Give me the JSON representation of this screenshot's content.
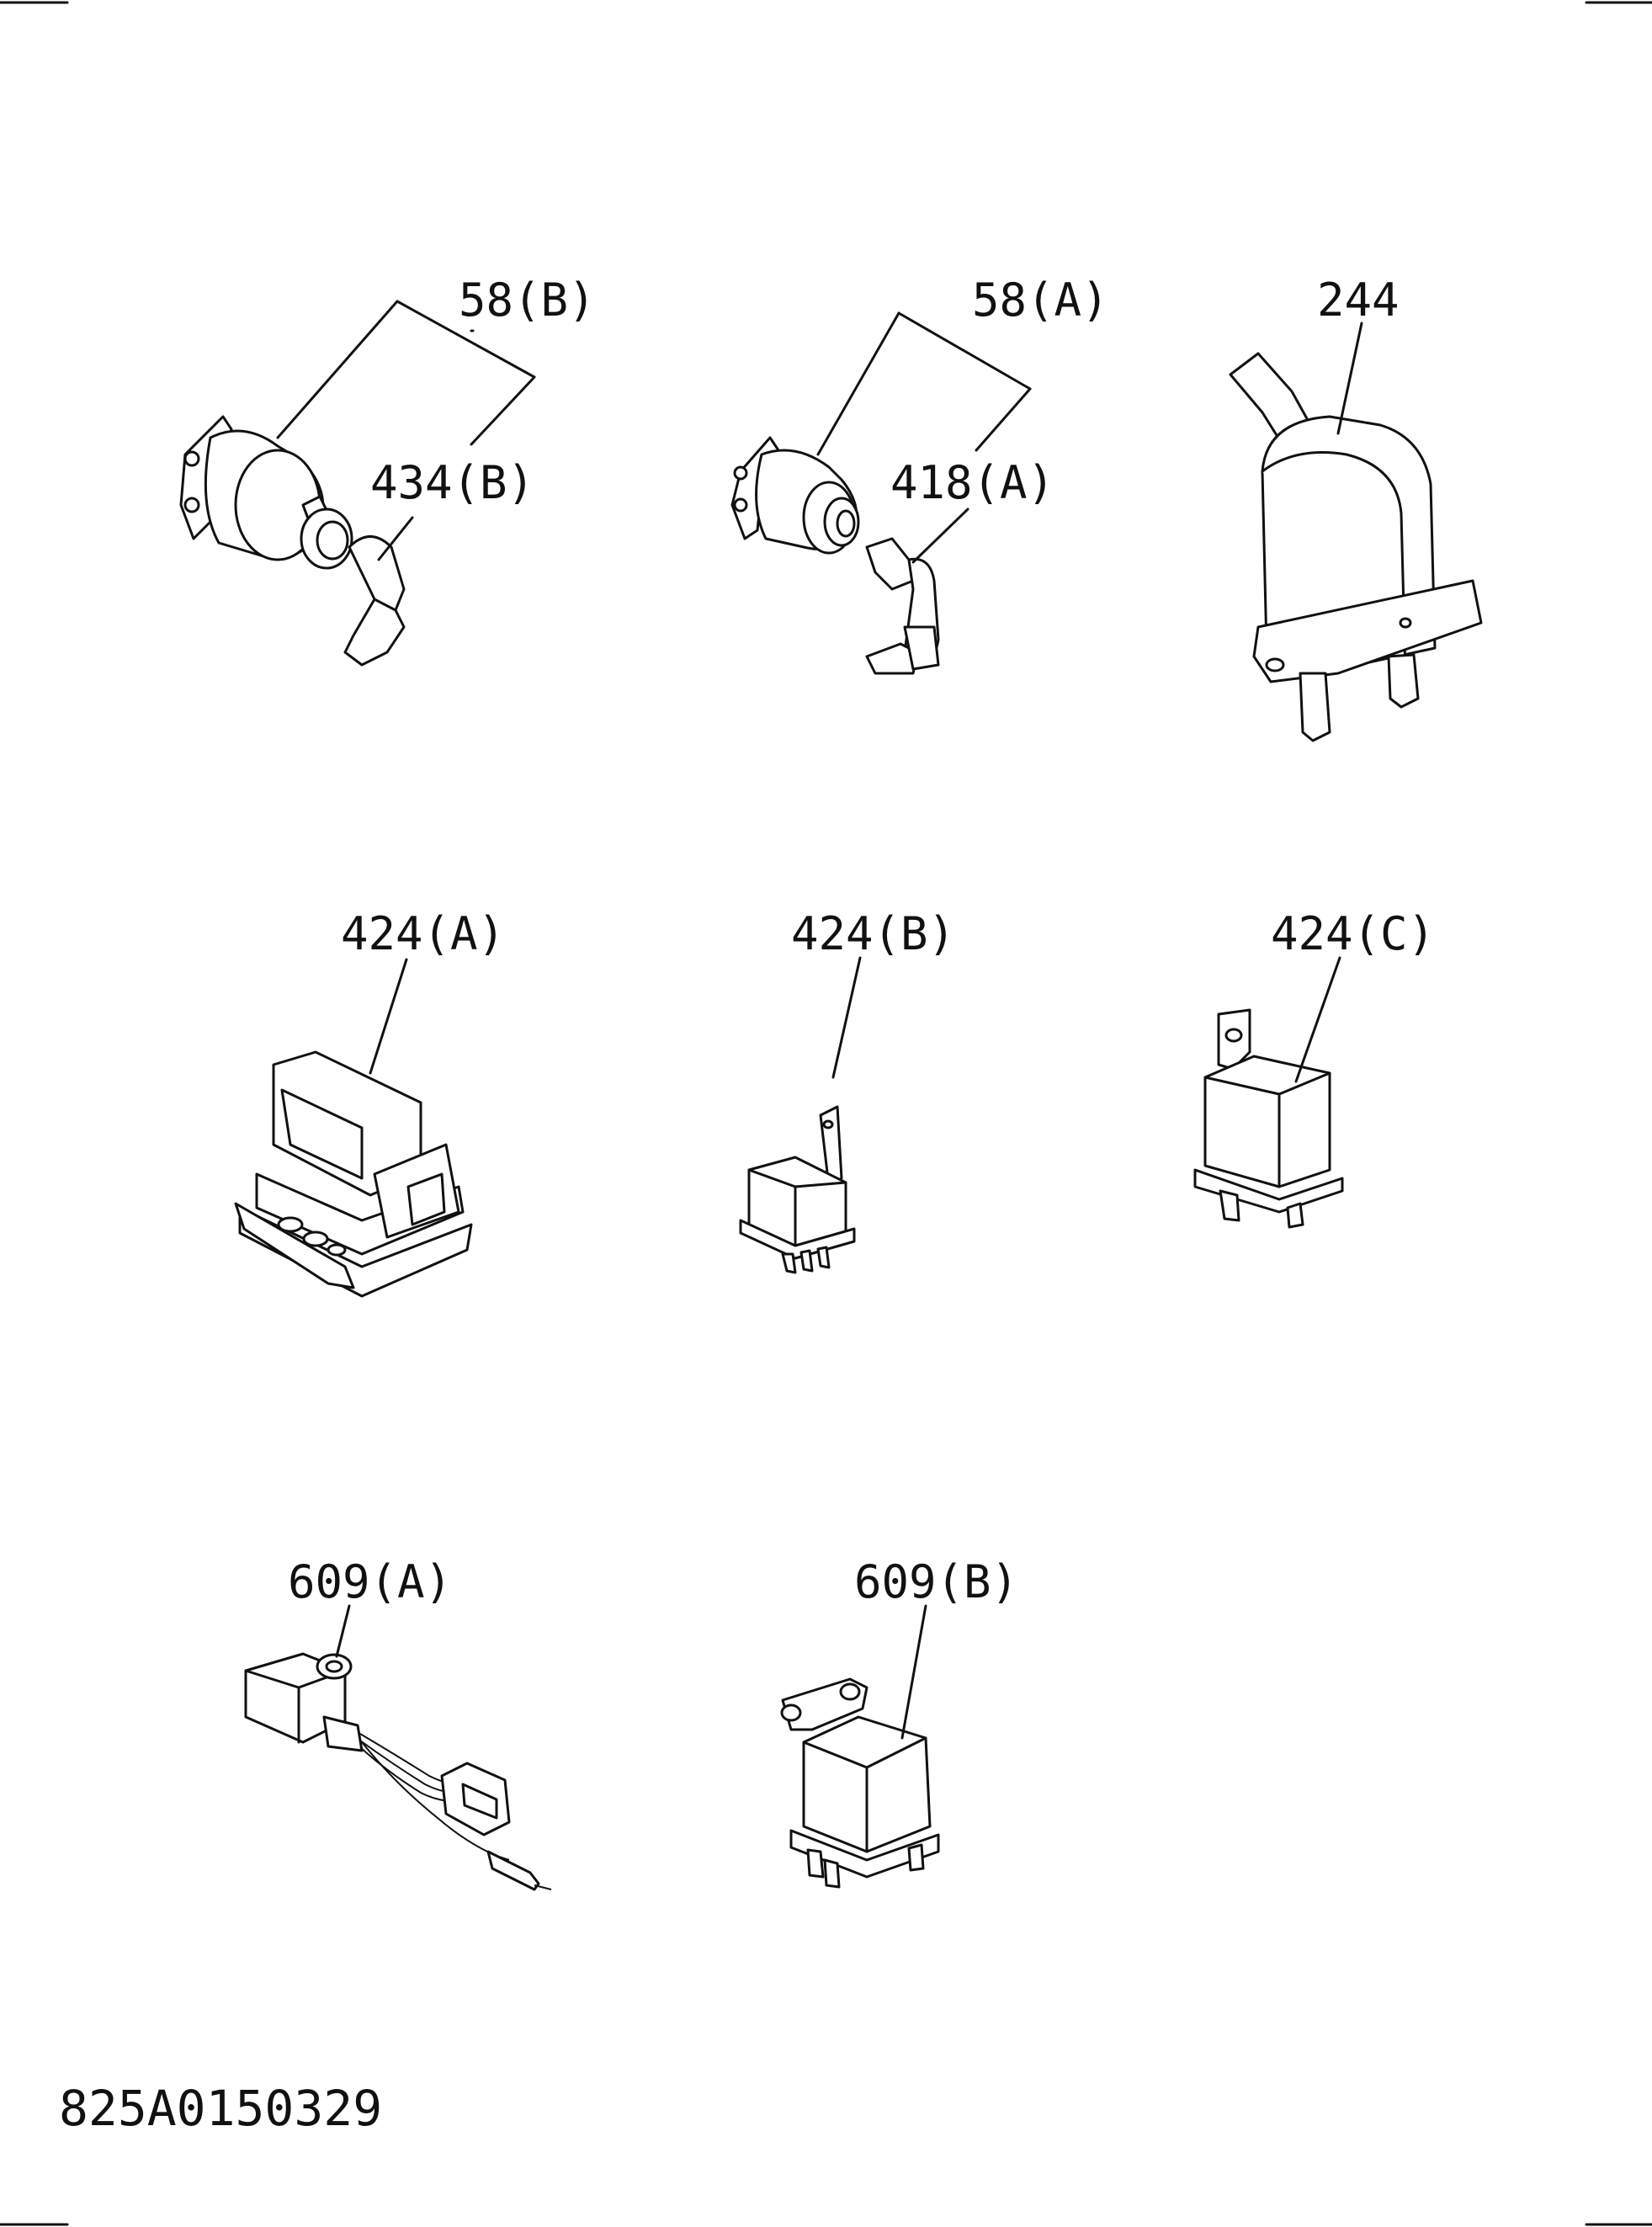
{
  "diagram": {
    "document_number": "825A0150329",
    "callouts": [
      {
        "id": "c58b",
        "text": "58(B)"
      },
      {
        "id": "c434b",
        "text": "434(B)"
      },
      {
        "id": "c58a",
        "text": "58(A)"
      },
      {
        "id": "c418a",
        "text": "418(A)"
      },
      {
        "id": "c244",
        "text": "244"
      },
      {
        "id": "c424a",
        "text": "424(A)"
      },
      {
        "id": "c424b",
        "text": "424(B)"
      },
      {
        "id": "c424c",
        "text": "424(C)"
      },
      {
        "id": "c609a",
        "text": "609(A)"
      },
      {
        "id": "c609b",
        "text": "609(B)"
      }
    ]
  }
}
